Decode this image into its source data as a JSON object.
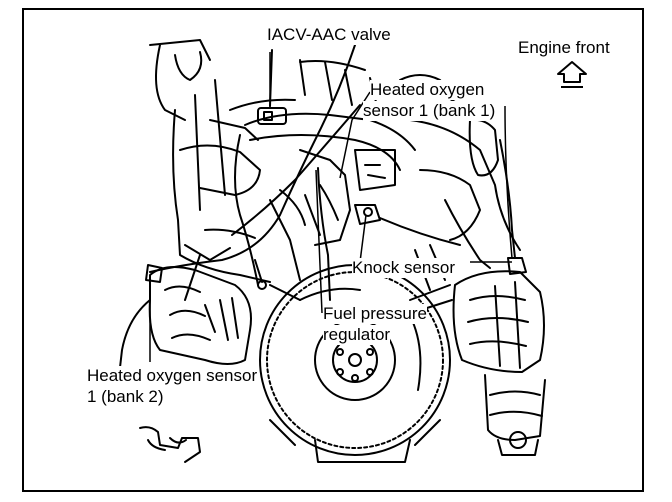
{
  "diagram": {
    "labels": {
      "iacv": "IACV-AAC valve",
      "engine_front": "Engine front",
      "ho2_bank1_line1": "Heated oxygen",
      "ho2_bank1_line2": "sensor 1 (bank 1)",
      "knock": "Knock sensor",
      "fuel_line1": "Fuel pressure",
      "fuel_line2": "regulator",
      "ho2_bank2_line1": "Heated oxygen sensor",
      "ho2_bank2_line2": "1 (bank 2)"
    }
  }
}
